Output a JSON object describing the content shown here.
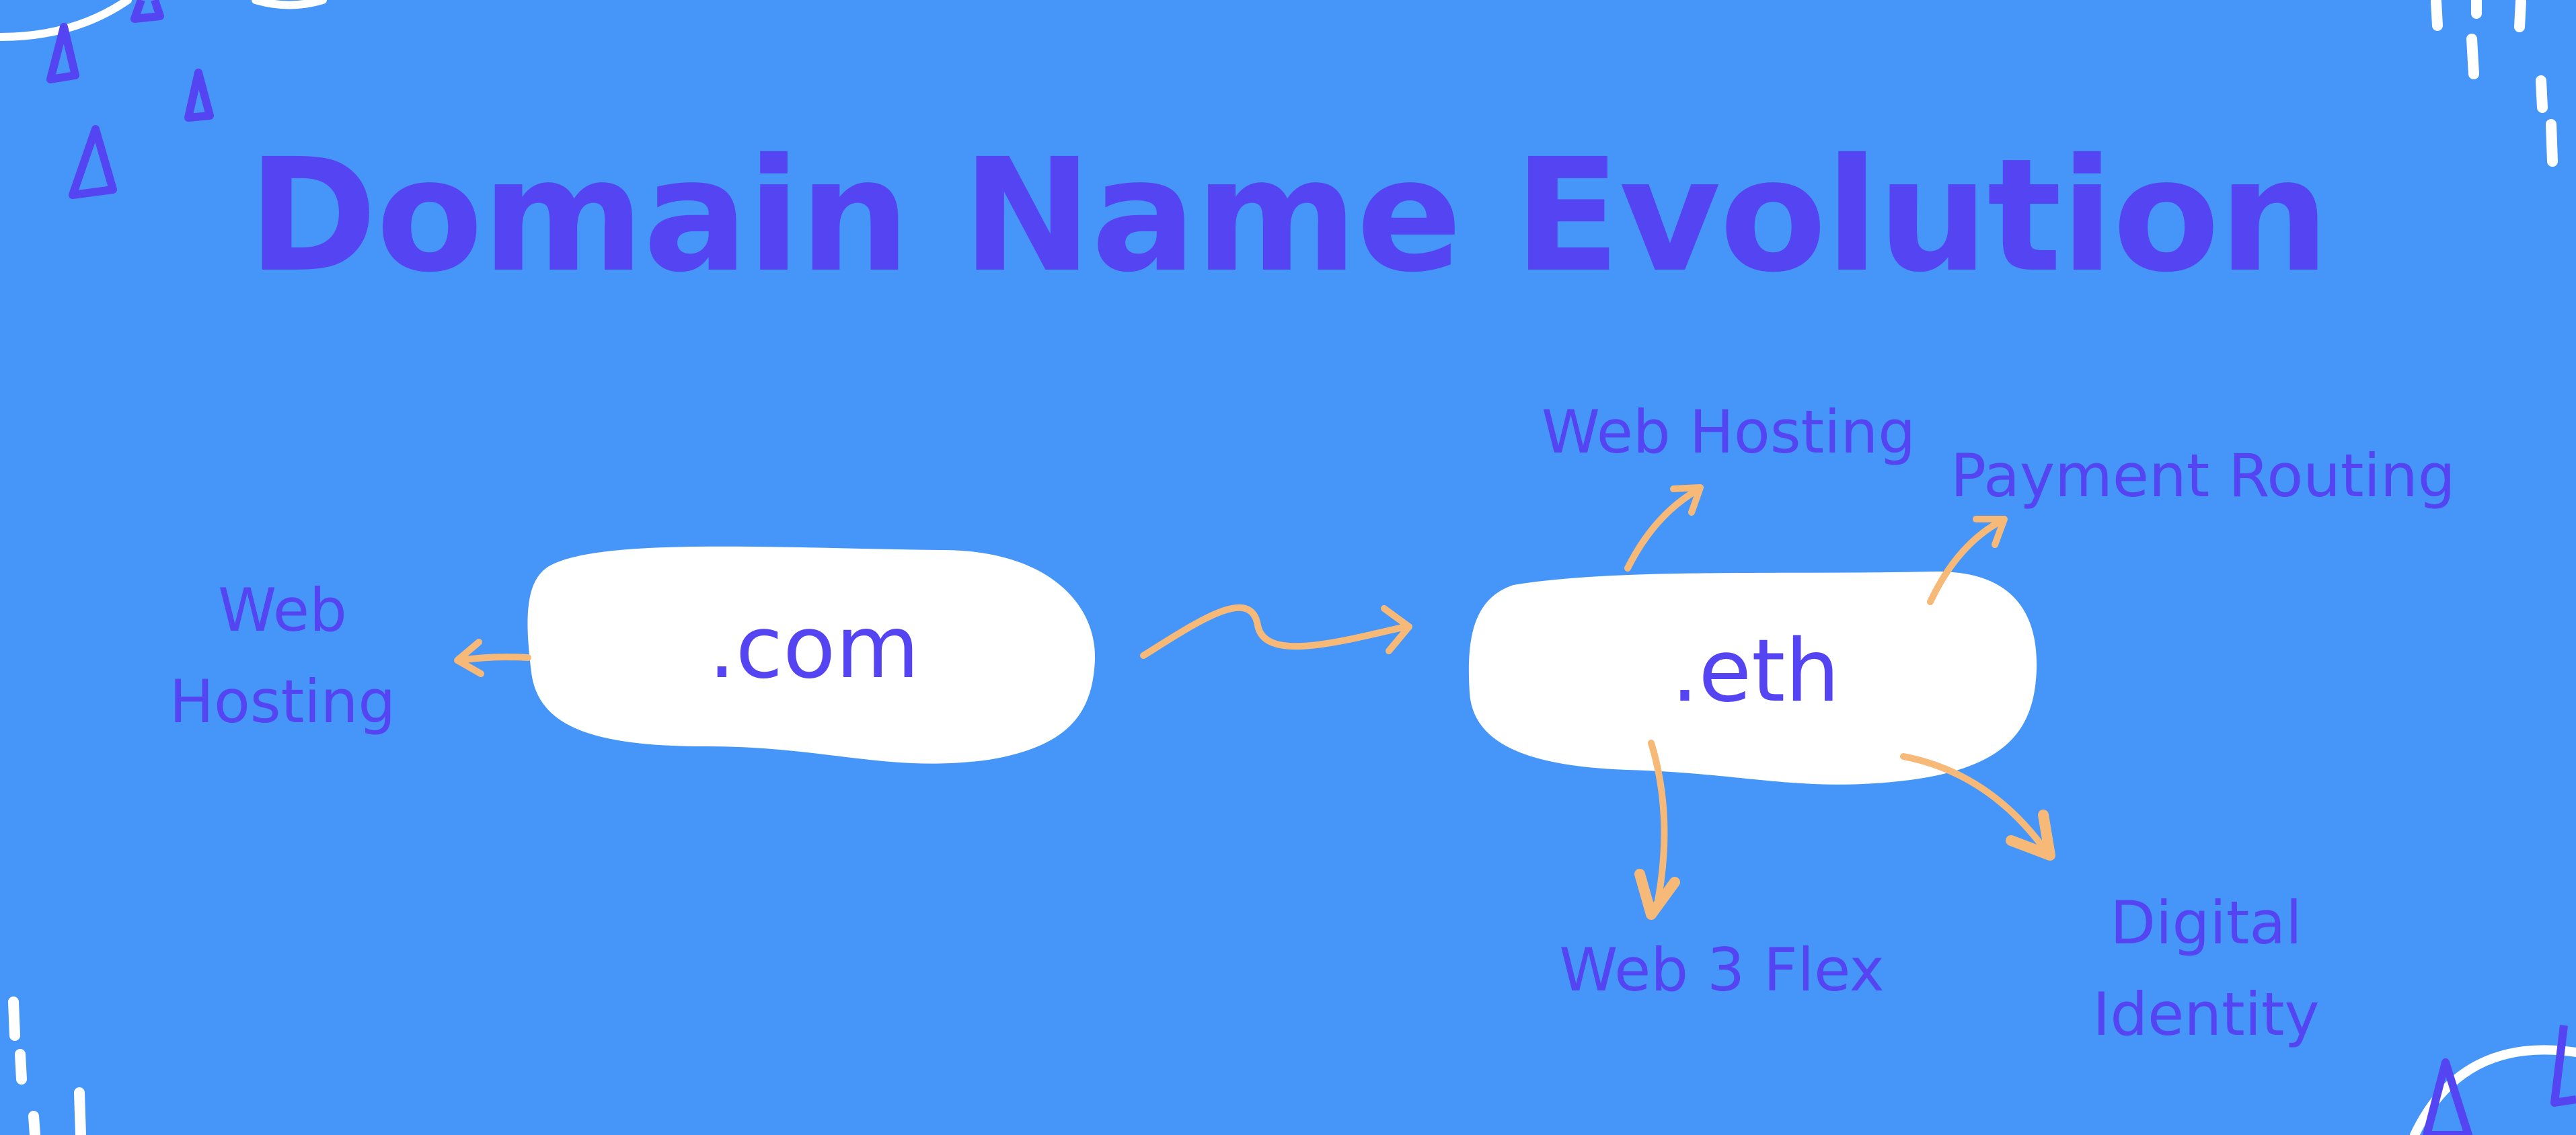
{
  "title": "Domain Name Evolution",
  "old_domain": {
    "label": ".com",
    "uses": [
      "Web",
      "Hosting"
    ]
  },
  "new_domain": {
    "label": ".eth",
    "uses": {
      "web_hosting": "Web Hosting",
      "payment_routing": "Payment Routing",
      "web3_flex": "Web 3 Flex",
      "digital_identity": [
        "Digital",
        "Identity"
      ]
    }
  },
  "colors": {
    "background": "#4596f8",
    "text": "#5544f2",
    "arrow": "#f6b978",
    "blob": "#ffffff"
  }
}
